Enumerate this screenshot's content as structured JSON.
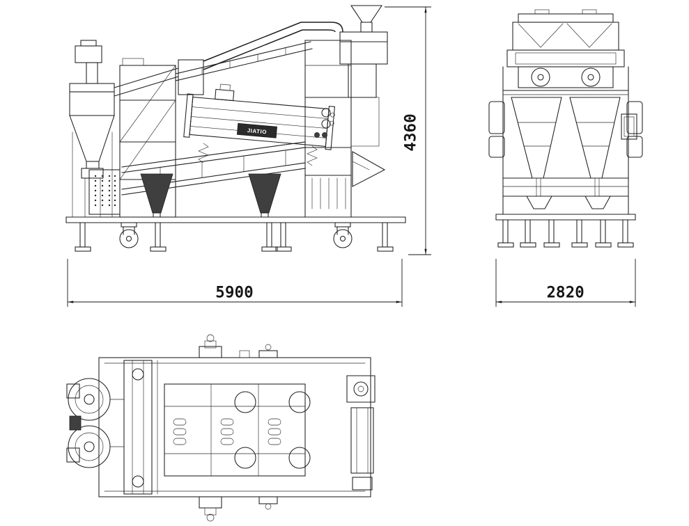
{
  "drawing": {
    "dimensions": {
      "length": {
        "value": "5900"
      },
      "height": {
        "value": "4360"
      },
      "width": {
        "value": "2820"
      }
    },
    "logo_text": "JIATIO",
    "colors": {
      "background": "#ffffff",
      "line": "#1d1d1d"
    }
  }
}
